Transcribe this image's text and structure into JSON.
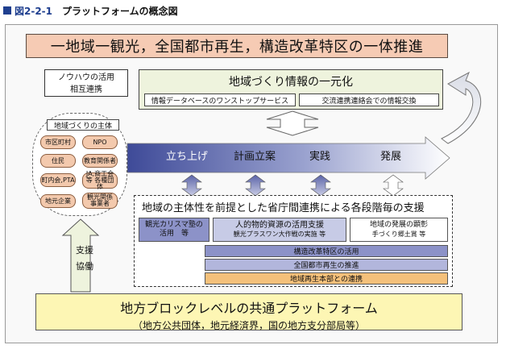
{
  "figure": {
    "number": "図2-2-1",
    "title": "プラットフォームの概念図"
  },
  "top_banner": "一地域一観光，全国都市再生，構造改革特区の一体推進",
  "knowhow": {
    "line1": "ノウハウの活用",
    "line2": "相互連携"
  },
  "info": {
    "title": "地域づくり情報の一元化",
    "left": "情報データベースのワンストップサービス",
    "right": "交流連携連絡会での情報交換"
  },
  "actors": {
    "title": "地域づくりの主体",
    "items": [
      "市区町村",
      "NPO",
      "住民",
      "教育関係者",
      "町内会,PTA",
      "JA,商工会等 各種団体",
      "地元企業",
      "観光関係 事業者"
    ]
  },
  "stages": [
    "立ち上げ",
    "計画立案",
    "実践",
    "発展"
  ],
  "support": {
    "title": "地域の主体性を前提とした省庁間連携による各段階毎の支援",
    "box1": {
      "line1": "観光カリスマ塾の",
      "line2": "活用　等"
    },
    "box2": {
      "line1": "人的物的資源の活用支援",
      "line2": "観光プラスワン大作戦の実施 等"
    },
    "box3": {
      "line1": "地域の発展の顕彰",
      "line2": "手づくり郷土賞 等"
    },
    "bars": [
      "構造改革特区の活用",
      "全国都市再生の推進",
      "地域再生本部との連携"
    ]
  },
  "side_label": {
    "line1": "支援",
    "line2": "協働"
  },
  "bottom": {
    "main": "地方ブロックレベルの共通プラットフォーム",
    "sub": "（地方公共団体，地元経済界，国の地方支分部局等）"
  },
  "colors": {
    "banner": "#f6cbb4",
    "info_bg": "#eef3dd",
    "pill": "#f3c9ad",
    "bar_blue": "#8c92c8",
    "bar_orange": "#f4c07a",
    "bottom_bg": "#fdf6b4",
    "figure_blue": "#1f3f8f"
  }
}
